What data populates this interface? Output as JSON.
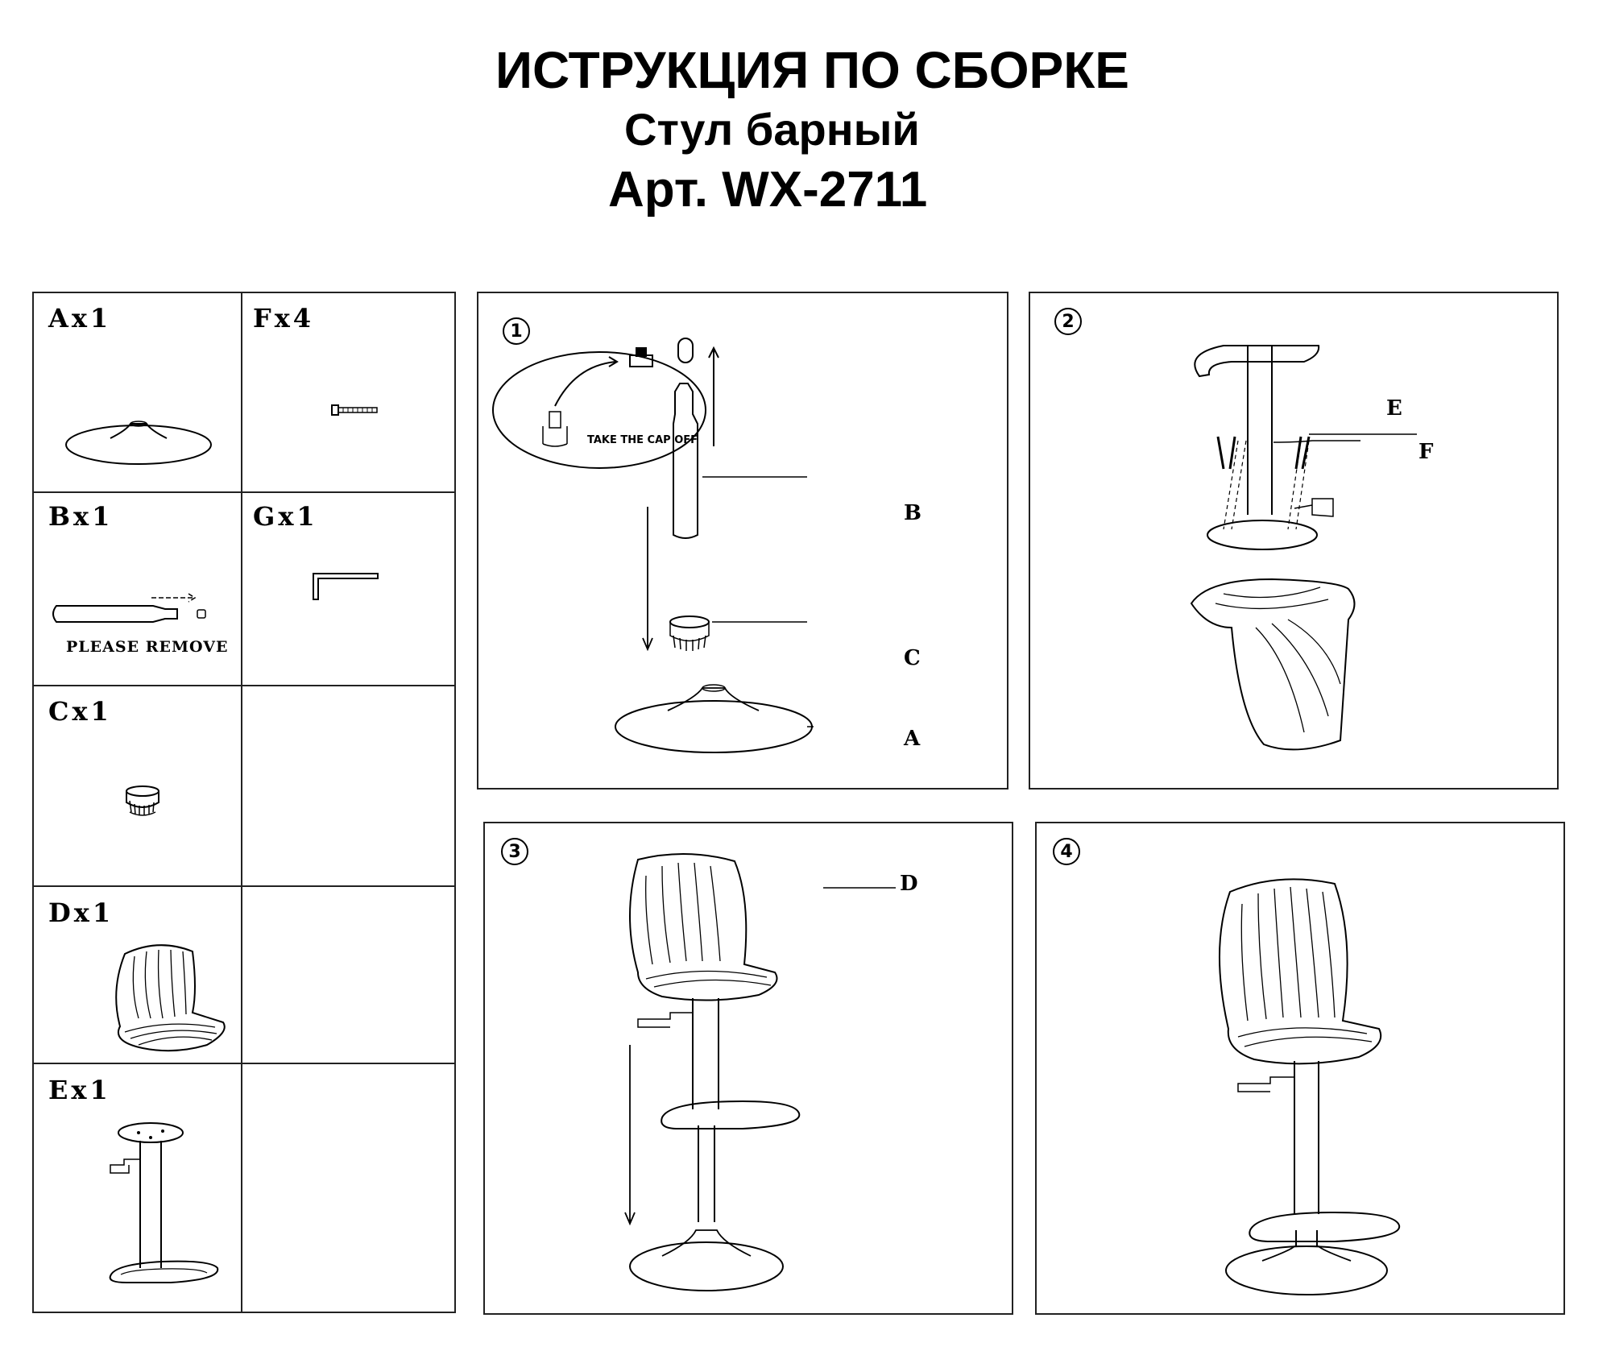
{
  "header": {
    "title": "ИСТРУКЦИЯ ПО СБОРКЕ",
    "product": "Стул барный",
    "article": "Арт.  WX-2711"
  },
  "parts": [
    {
      "label": "Ax1",
      "icon": "base-plate-icon"
    },
    {
      "label": "Fx4",
      "icon": "bolt-icon"
    },
    {
      "label": "Bx1",
      "icon": "gas-lift-icon",
      "note": "PLEASE REMOVE"
    },
    {
      "label": "Gx1",
      "icon": "allen-key-icon"
    },
    {
      "label": "Cx1",
      "icon": "ring-cover-icon"
    },
    {
      "label": "Dx1",
      "icon": "seat-shell-icon"
    },
    {
      "label": "Ex1",
      "icon": "column-footrest-icon"
    }
  ],
  "steps": [
    {
      "number": "1",
      "note": "TAKE THE CAP OFF",
      "callouts": [
        "B",
        "C",
        "A"
      ]
    },
    {
      "number": "2",
      "callouts": [
        "E",
        "F"
      ]
    },
    {
      "number": "3",
      "callouts": [
        "D"
      ]
    },
    {
      "number": "4",
      "callouts": []
    }
  ]
}
